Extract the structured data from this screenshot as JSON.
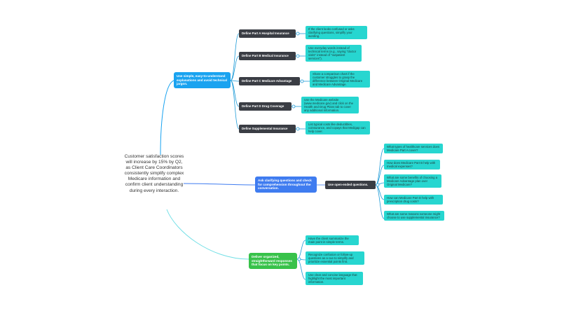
{
  "root": {
    "text": "Customer satisfaction scores will increase by 15% by Q2, as Client Care Coordinators consistently simplify complex Medicare information and confirm client understanding during every interaction."
  },
  "branches": [
    {
      "text": "Use simple, easy-to-understand explanations and avoid technical jargon.",
      "color": "#1aa3f0",
      "children": [
        {
          "text": "Define Part A Hospital Insurance",
          "note": "If the client looks confused or asks clarifying questions, simplify your wording."
        },
        {
          "text": "Define Part B Medical Insurance",
          "note": "Use everyday words instead of technical terms (e.g., saying \"doctor visits\" instead of \"outpatient services\")."
        },
        {
          "text": "Define Part C Medicare Advantage",
          "note": "Share a comparison chart if the customer struggles to grasp the difference between Original Medicare and Medicare Advantage."
        },
        {
          "text": "Define Part D Drug Coverage",
          "note": "Use the Medicare website (www.medicare.gov) and click on the Health and Drug Plans tab to cover any additional information."
        },
        {
          "text": "Define Supplemental Insurance",
          "note": "List typical costs like deductibles, coinsurance, and copays that Medigap can help cover."
        }
      ]
    },
    {
      "text": "Ask clarifying questions and check for comprehension throughout the conversation.",
      "color": "#3f7cf0",
      "sub": {
        "text": "Use open-ended questions.",
        "notes": [
          "What types of healthcare services does Medicare Part A cover?",
          "How does Medicare Part B help with medical expenses?",
          "What are some benefits of choosing a Medicare Advantage plan over Original Medicare?",
          "How can Medicare Part D help with prescription drug costs?",
          "What are some reasons someone might choose to use supplemental insurance?"
        ]
      }
    },
    {
      "text": "Deliver organized, straightforward responses that focus on key points.",
      "color": "#38c24a",
      "notes": [
        "Have the client summarize the main point in simple terms.",
        "Recognize confusion or follow-up questions as a cue to simplify and prioritize essential points first.",
        "Use clear and concise language that highlight the most important information."
      ]
    }
  ],
  "colors": {
    "branch_1_link": "#1aa3f0",
    "branch_2_link": "#3f7cf0",
    "branch_3_link": "#72dfe6",
    "child_link": "#1e9bd7",
    "note_bg": "#27d6d0",
    "child_bg": "#3a3d44"
  }
}
